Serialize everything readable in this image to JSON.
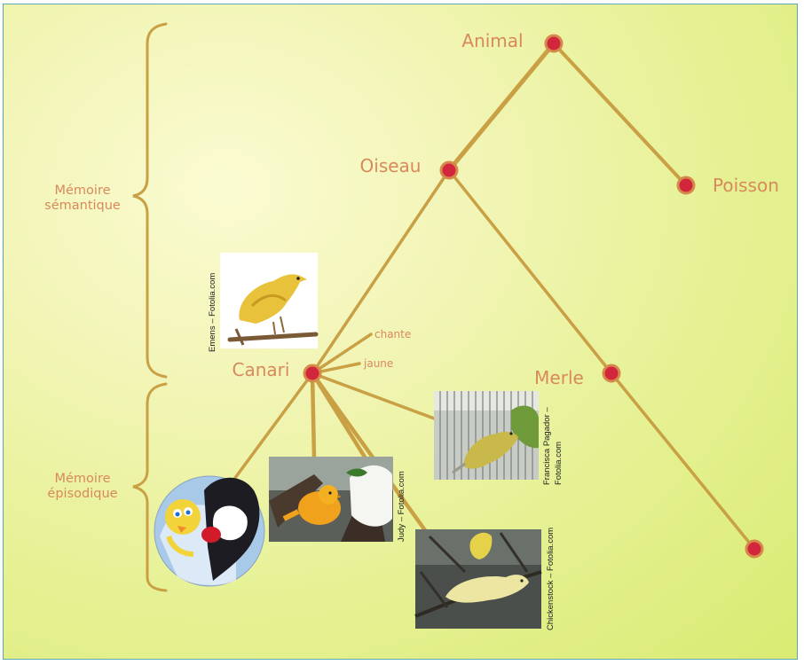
{
  "nodes": {
    "animal": "Animal",
    "oiseau": "Oiseau",
    "poisson": "Poisson",
    "canari": "Canari",
    "merle": "Merle"
  },
  "properties": {
    "chante": "chante",
    "jaune": "jaune"
  },
  "memory": {
    "semantic_line1": "Mémoire",
    "semantic_line2": "sémantique",
    "episodic_line1": "Mémoire",
    "episodic_line2": "épisodique"
  },
  "credits": {
    "emens": "Emens – Fotolia.com",
    "judy": "Judy – Fotolia.com",
    "pagador_line1": "Francisca Pagador –",
    "pagador_line2": "Fotolia.com",
    "chickenstock": "Chickenstock – Fotolia.com"
  },
  "colors": {
    "branch": "#c9a044",
    "node_fill": "#d2263d",
    "label": "#d8895c"
  }
}
